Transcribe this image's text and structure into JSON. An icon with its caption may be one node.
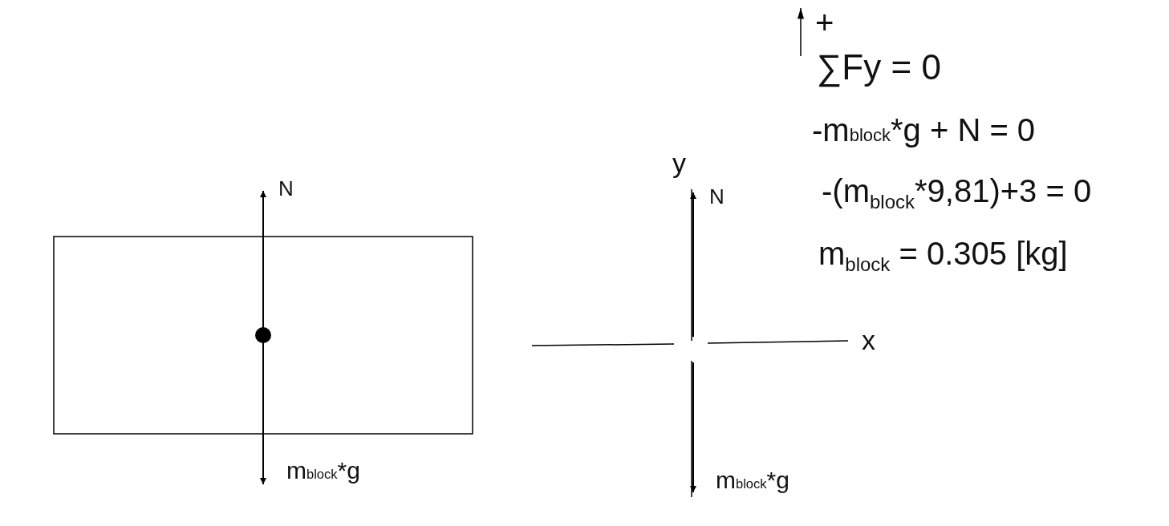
{
  "diagram": {
    "labels": [
      "+",
      "∑Fy = 0",
      "-m$_{block}$*g + N = 0",
      "y",
      "N",
      "-(m$_{block}$*9,81)+3 = 0",
      "N",
      "m$_{block}$ = 0.305 [kg]",
      "x",
      "m$_{block}$*g",
      "m$_{block}$*g"
    ]
  }
}
